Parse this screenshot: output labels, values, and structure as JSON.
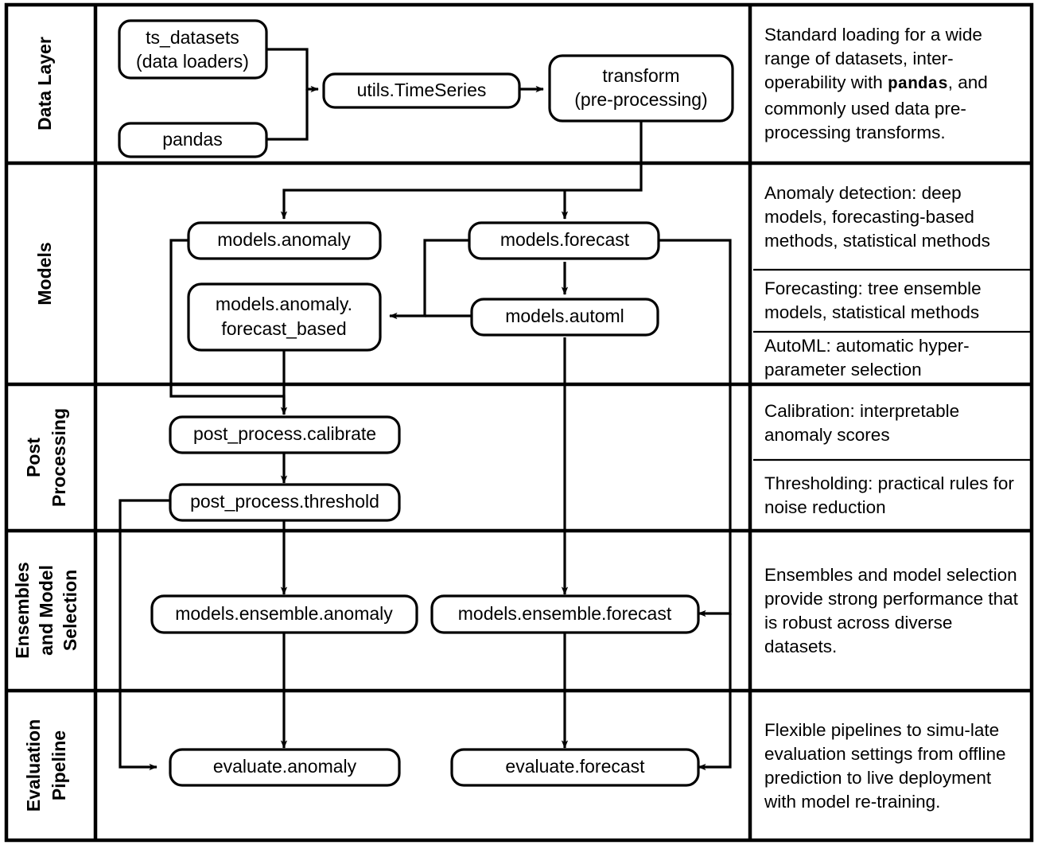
{
  "diagram": {
    "title": "Library architecture layered diagram",
    "rows": [
      {
        "id": "data-layer",
        "label": "Data Layer"
      },
      {
        "id": "models",
        "label": "Models"
      },
      {
        "id": "post-processing",
        "label": "Post\nProcessing"
      },
      {
        "id": "ensembles",
        "label": "Ensembles\nand Model\nSelection"
      },
      {
        "id": "evaluation",
        "label": "Evaluation\nPipeline"
      }
    ],
    "nodes": [
      {
        "id": "ts-datasets",
        "lines": [
          "ts_datasets",
          "(data loaders)"
        ]
      },
      {
        "id": "pandas",
        "lines": [
          "pandas"
        ]
      },
      {
        "id": "utils-timeseries",
        "lines": [
          "utils.TimeSeries"
        ]
      },
      {
        "id": "transform",
        "lines": [
          "transform",
          "(pre-processing)"
        ]
      },
      {
        "id": "models-anomaly",
        "lines": [
          "models.anomaly"
        ]
      },
      {
        "id": "models-anomaly-forecast-based",
        "lines": [
          "models.anomaly.",
          "forecast_based"
        ]
      },
      {
        "id": "models-forecast",
        "lines": [
          "models.forecast"
        ]
      },
      {
        "id": "models-automl",
        "lines": [
          "models.automl"
        ]
      },
      {
        "id": "post-process-calibrate",
        "lines": [
          "post_process.calibrate"
        ]
      },
      {
        "id": "post-process-threshold",
        "lines": [
          "post_process.threshold"
        ]
      },
      {
        "id": "models-ensemble-anomaly",
        "lines": [
          "models.ensemble.anomaly"
        ]
      },
      {
        "id": "models-ensemble-forecast",
        "lines": [
          "models.ensemble.forecast"
        ]
      },
      {
        "id": "evaluate-anomaly",
        "lines": [
          "evaluate.anomaly"
        ]
      },
      {
        "id": "evaluate-forecast",
        "lines": [
          "evaluate.forecast"
        ]
      }
    ],
    "descriptions": [
      {
        "id": "desc-data-layer",
        "row": "data-layer",
        "html": "Standard loading for a wide range of datasets, inter-operability with <span class=\"mono\">pandas</span>, and commonly used data pre-processing transforms.",
        "text": "Standard loading for a wide range of datasets, inter-operability with pandas, and commonly used data pre-processing transforms."
      },
      {
        "id": "desc-models-anomaly",
        "row": "models",
        "html": "Anomaly detection: deep models, forecasting-based methods, statistical methods",
        "text": "Anomaly detection: deep models, forecasting-based methods, statistical methods"
      },
      {
        "id": "desc-models-forecasting",
        "row": "models",
        "html": "Forecasting: tree ensemble models, statistical methods",
        "text": "Forecasting: tree ensemble models, statistical methods"
      },
      {
        "id": "desc-models-automl",
        "row": "models",
        "html": "AutoML: automatic hyper-parameter selection",
        "text": "AutoML: automatic hyper-parameter selection"
      },
      {
        "id": "desc-calibration",
        "row": "post-processing",
        "html": "Calibration: interpretable anomaly scores",
        "text": "Calibration: interpretable anomaly scores"
      },
      {
        "id": "desc-thresholding",
        "row": "post-processing",
        "html": "Thresholding: practical rules for noise reduction",
        "text": "Thresholding: practical rules for noise reduction"
      },
      {
        "id": "desc-ensembles",
        "row": "ensembles",
        "html": "Ensembles and model selection provide strong performance that is robust across diverse datasets.",
        "text": "Ensembles and model selection provide strong performance that is robust across diverse datasets."
      },
      {
        "id": "desc-evaluation",
        "row": "evaluation",
        "html": "Flexible pipelines to simu-late evaluation settings from offline prediction to live deployment with model re-training.",
        "text": "Flexible pipelines to simulate evaluation settings from offline prediction to live deployment with model re-training."
      }
    ],
    "colors": {
      "stroke": "#000000",
      "background": "#ffffff",
      "text": "#000000"
    }
  }
}
